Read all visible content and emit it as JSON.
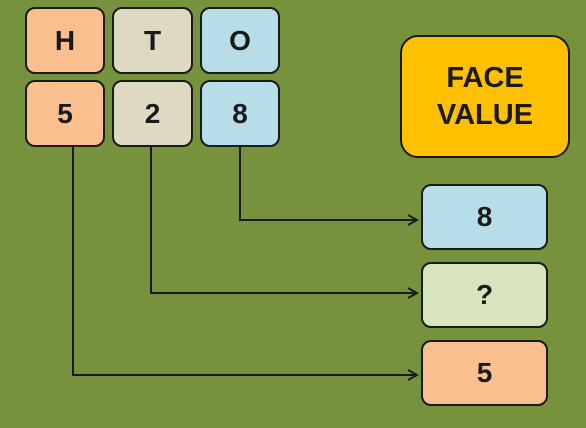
{
  "headers": {
    "hundreds": "H",
    "tens": "T",
    "ones": "O"
  },
  "digits": {
    "hundreds": "5",
    "tens": "2",
    "ones": "8"
  },
  "face_value_title": {
    "line1": "FACE",
    "line2": "VALUE"
  },
  "answers": {
    "ones": "8",
    "tens": "?",
    "hundreds": "5"
  },
  "colors": {
    "background": "#76923c",
    "hundreds": "#fabf8f",
    "tens": "#ddd9c3",
    "ones": "#b7dde8",
    "unknown": "#d7e4bd",
    "face_value": "#ffc000"
  }
}
